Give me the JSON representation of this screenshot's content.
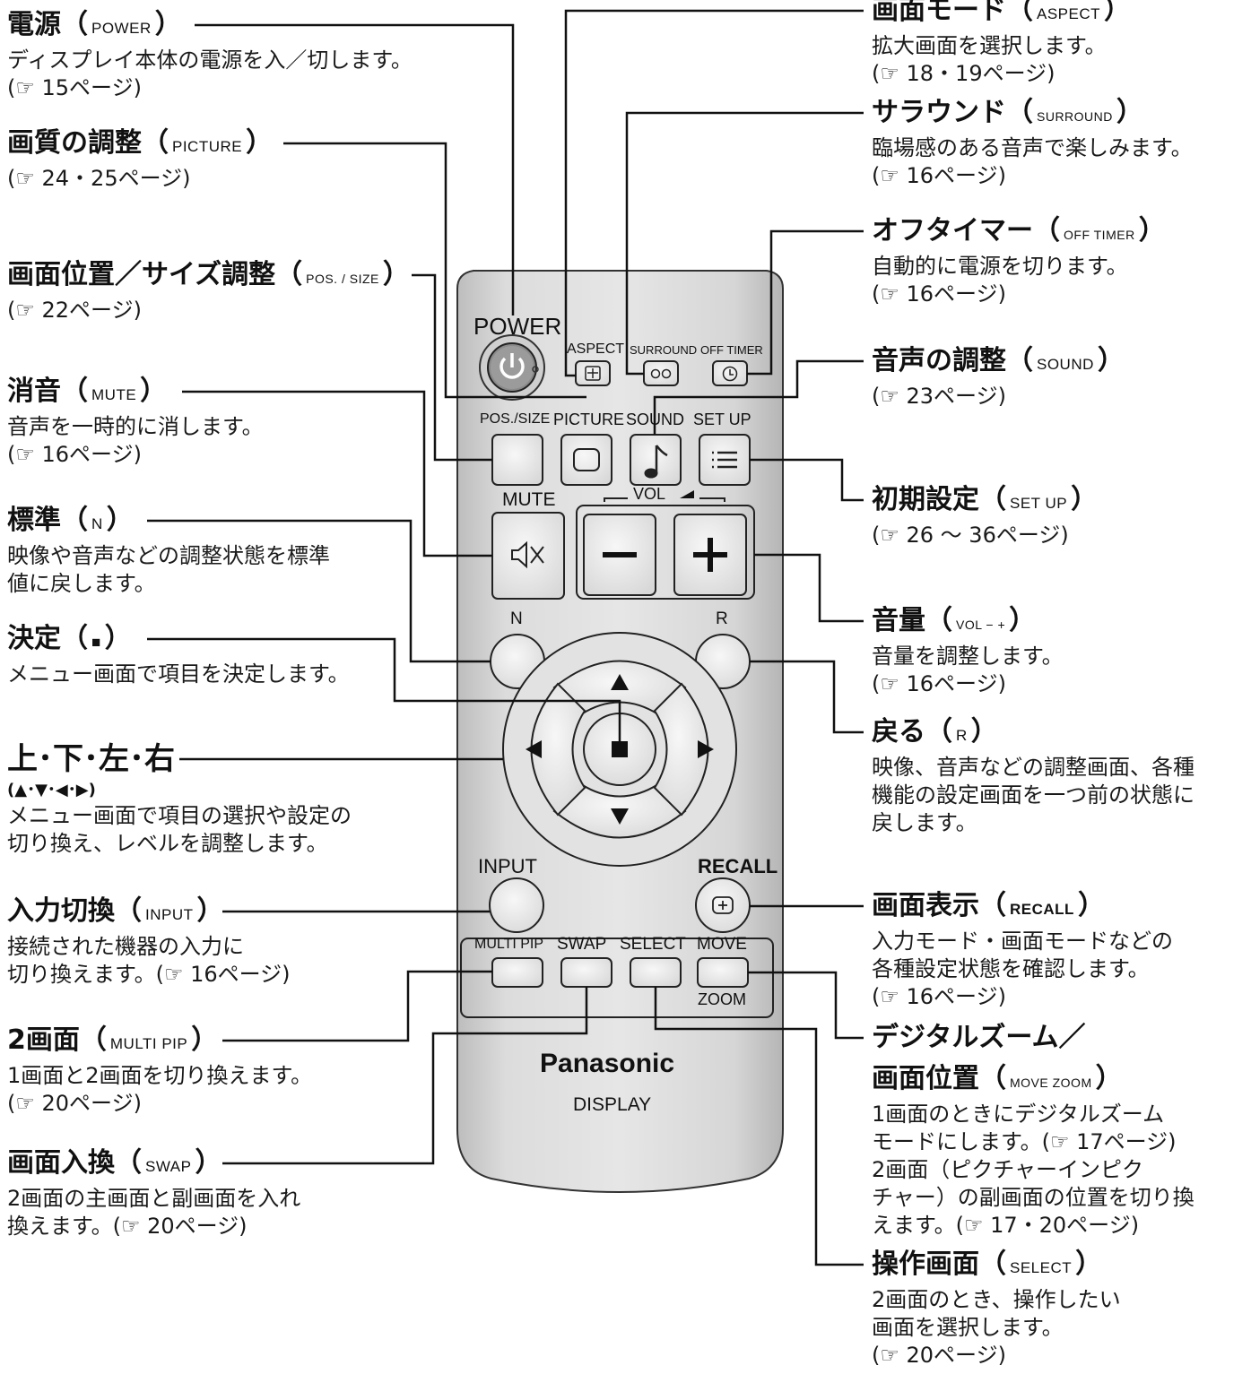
{
  "annotations": {
    "power": {
      "title": "電源",
      "code": "POWER",
      "lines": [
        "ディスプレイ本体の電源を入／切します。"
      ],
      "ref": "(☞ 15ページ)"
    },
    "picture": {
      "title": "画質の調整",
      "code": "PICTURE",
      "lines": [],
      "ref": "(☞ 24・25ページ)"
    },
    "possize": {
      "title": "画面位置／サイズ調整",
      "code": "POS. / SIZE",
      "lines": [],
      "ref": "(☞ 22ページ)"
    },
    "mute": {
      "title": "消音",
      "code": "MUTE",
      "lines": [
        "音声を一時的に消します。"
      ],
      "ref": "(☞ 16ページ)"
    },
    "normal": {
      "title": "標準",
      "code": "N",
      "lines": [
        "映像や音声などの調整状態を標準",
        "値に戻します。"
      ],
      "ref": ""
    },
    "enter": {
      "title": "決定",
      "code": "■",
      "lines": [
        "メニュー画面で項目を決定します。"
      ],
      "ref": ""
    },
    "arrows": {
      "title": "上･下･左･右",
      "code": "(▲･▼･◀･▶)",
      "lines": [
        "メニュー画面で項目の選択や設定の",
        "切り換え、レベルを調整します。"
      ],
      "ref": ""
    },
    "input": {
      "title": "入力切換",
      "code": "INPUT",
      "lines": [
        "接続された機器の入力に",
        "切り換えます。(☞ 16ページ)"
      ],
      "ref": ""
    },
    "multipip": {
      "title": "2画面",
      "code": "MULTI PIP",
      "lines": [
        "1画面と2画面を切り換えます。"
      ],
      "ref": "(☞ 20ページ)"
    },
    "swap": {
      "title": "画面入換",
      "code": "SWAP",
      "lines": [
        "2画面の主画面と副画面を入れ",
        "換えます。(☞ 20ページ)"
      ],
      "ref": ""
    },
    "aspect": {
      "title": "画面モード",
      "code": "ASPECT",
      "lines": [
        "拡大画面を選択します。"
      ],
      "ref": "(☞ 18・19ページ)"
    },
    "surround": {
      "title": "サラウンド",
      "code": "SURROUND",
      "lines": [
        "臨場感のある音声で楽しみます。"
      ],
      "ref": "(☞ 16ページ)"
    },
    "offtimer": {
      "title": "オフタイマー",
      "code": "OFF TIMER",
      "lines": [
        "自動的に電源を切ります。"
      ],
      "ref": "(☞ 16ページ)"
    },
    "sound": {
      "title": "音声の調整",
      "code": "SOUND",
      "lines": [],
      "ref": "(☞ 23ページ)"
    },
    "setup": {
      "title": "初期設定",
      "code": "SET UP",
      "lines": [],
      "ref": "(☞ 26 ～ 36ページ)"
    },
    "volume": {
      "title": "音量",
      "code": "VOL − +",
      "lines": [
        "音量を調整します。"
      ],
      "ref": "(☞ 16ページ)"
    },
    "return": {
      "title": "戻る",
      "code": "R",
      "lines": [
        "映像、音声などの調整画面、各種",
        "機能の設定画面を一つ前の状態に",
        "戻します。"
      ],
      "ref": ""
    },
    "recall": {
      "title": "画面表示",
      "code": "RECALL",
      "lines": [
        "入力モード・画面モードなどの",
        "各種設定状態を確認します。"
      ],
      "ref": "(☞ 16ページ)"
    },
    "zoom": {
      "title": "デジタルズーム／",
      "title2": "画面位置",
      "code": "MOVE ZOOM",
      "lines": [
        "1画面のときにデジタルズーム",
        "モードにします。(☞ 17ページ)",
        "2画面（ピクチャーインピク",
        "チャー）の副画面の位置を切り換",
        "えます。(☞ 17・20ページ)"
      ],
      "ref": ""
    },
    "select": {
      "title": "操作画面",
      "code": "SELECT",
      "lines": [
        "2画面のとき、操作したい",
        "画面を選択します。"
      ],
      "ref": "(☞ 20ページ)"
    }
  },
  "remote": {
    "labels": {
      "power": "POWER",
      "aspect": "ASPECT",
      "surround": "SURROUND",
      "offtimer": "OFF TIMER",
      "possize": "POS./SIZE",
      "picture": "PICTURE",
      "sound": "SOUND",
      "setup": "SET UP",
      "mute": "MUTE",
      "vol": "VOL",
      "n": "N",
      "r": "R",
      "input": "INPUT",
      "recall": "RECALL",
      "multipip": "MULTI PIP",
      "swap": "SWAP",
      "select": "SELECT",
      "move": "MOVE",
      "zoom": "ZOOM"
    },
    "brand": "Panasonic",
    "model": "DISPLAY"
  },
  "colors": {
    "body": "#d9d9d9",
    "button": "#ececec",
    "outline": "#222222",
    "text": "#111111"
  }
}
